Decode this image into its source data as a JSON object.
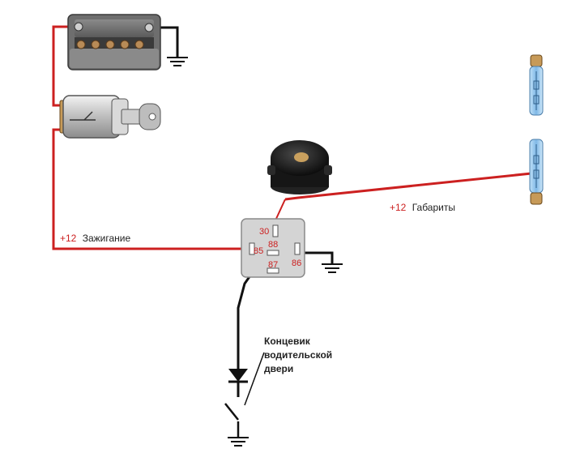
{
  "labels": {
    "ignition_prefix": "+12",
    "ignition_text": "Зажигание",
    "parking_prefix": "+12",
    "parking_text": "Габариты",
    "door_switch_line1": "Концевик",
    "door_switch_line2": "водительской",
    "door_switch_line3": "двери"
  },
  "relay_pins": {
    "pin30": "30",
    "pin85": "85",
    "pin86": "86",
    "pin87": "87",
    "pin88": "88"
  },
  "colors": {
    "positive_wire": "#cc2020",
    "negative_wire": "#111111",
    "label_red": "#cc2020",
    "label_dark": "#222222",
    "relay_body": "#d4d4d4",
    "pin_red": "#cc2020"
  }
}
